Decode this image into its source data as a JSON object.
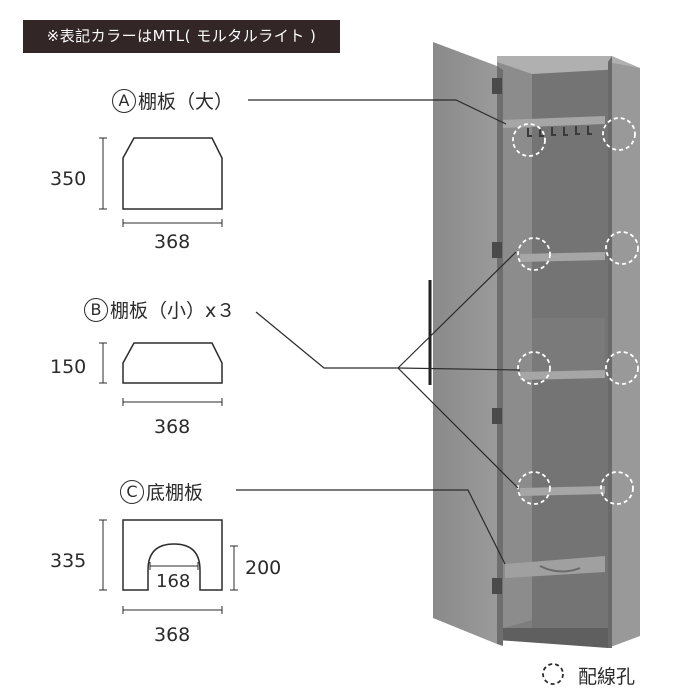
{
  "badge": {
    "text": "※表記カラーはMTL( モルタルライト )"
  },
  "shelf_a": {
    "letter": "A",
    "label": "棚板（大）",
    "height": "350",
    "width": "368"
  },
  "shelf_b": {
    "letter": "B",
    "label": "棚板（小）x３",
    "height": "150",
    "width": "368"
  },
  "shelf_c": {
    "letter": "C",
    "label": "底棚板",
    "height": "335",
    "cutout_height": "200",
    "cutout_width": "168",
    "width": "368"
  },
  "legend": {
    "label": "配線孔"
  },
  "colors": {
    "cabinet": "#8e8e8e",
    "cabinet_dark": "#6f6f6f",
    "cabinet_light": "#a4a4a4",
    "badge_bg": "#322626"
  }
}
